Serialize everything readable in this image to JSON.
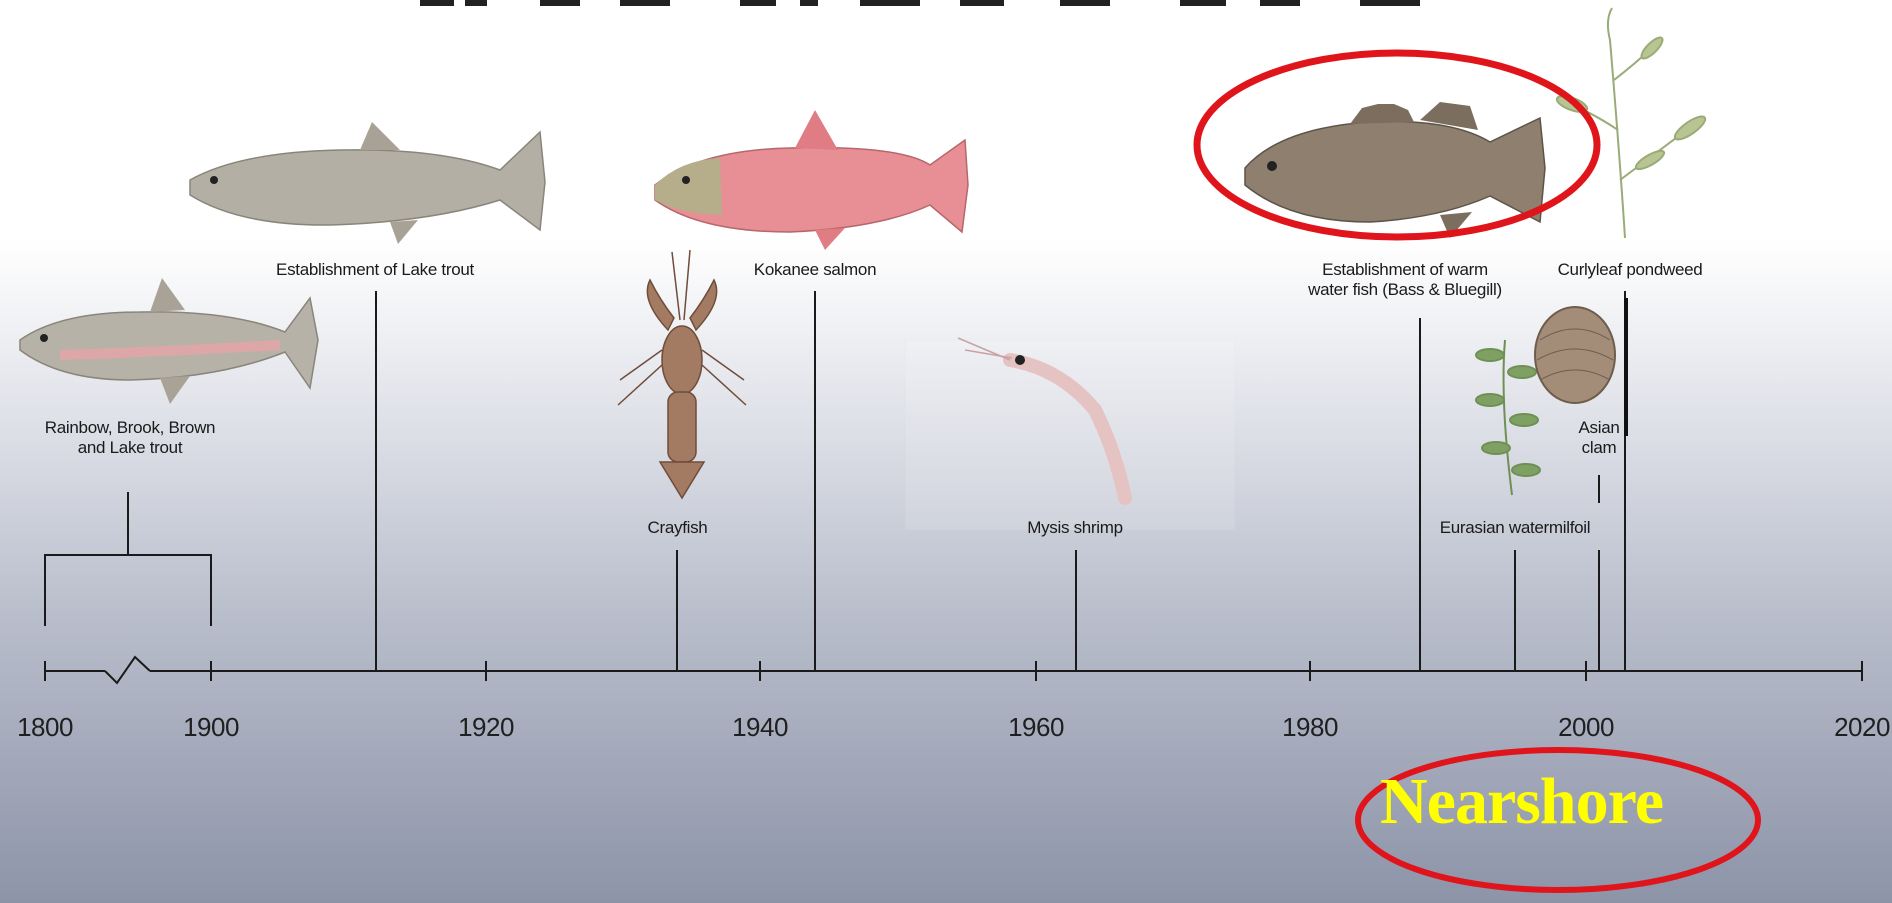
{
  "timeline": {
    "years": [
      "1800",
      "1900",
      "1920",
      "1940",
      "1960",
      "1980",
      "2000",
      "2020"
    ]
  },
  "events": [
    {
      "label": "Rainbow, Brook, Brown\nand Lake trout"
    },
    {
      "label": "Establishment of Lake trout"
    },
    {
      "label": "Crayfish"
    },
    {
      "label": "Kokanee salmon"
    },
    {
      "label": "Mysis shrimp"
    },
    {
      "label": "Establishment of warm\nwater fish (Bass & Bluegill)"
    },
    {
      "label": "Eurasian watermilfoil"
    },
    {
      "label": "Asian\nclam"
    },
    {
      "label": "Curlyleaf pondweed"
    }
  ],
  "callout": {
    "text": "Nearshore"
  },
  "colors": {
    "highlight": "#e0141b",
    "callout_text": "#ffff00",
    "axis": "#1a1a1a"
  },
  "icons": [
    "rainbow-trout-icon",
    "lake-trout-icon",
    "crayfish-icon",
    "kokanee-salmon-icon",
    "mysis-shrimp-icon",
    "bass-icon",
    "watermilfoil-icon",
    "asian-clam-icon",
    "curlyleaf-pondweed-icon"
  ]
}
